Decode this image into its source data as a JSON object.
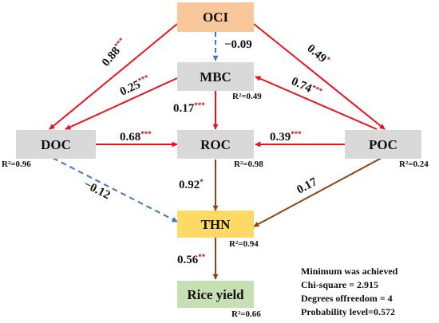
{
  "nodes": {
    "oci": {
      "label": "OCI",
      "color": "#f8c79a"
    },
    "mbc": {
      "label": "MBC",
      "color": "#d9d9d9",
      "r2": "R²=0.49"
    },
    "doc": {
      "label": "DOC",
      "color": "#d9d9d9",
      "r2": "R²=0.96"
    },
    "roc": {
      "label": "ROC",
      "color": "#d9d9d9",
      "r2": "R²=0.98"
    },
    "poc": {
      "label": "POC",
      "color": "#d9d9d9",
      "r2": "R²=0.24"
    },
    "thn": {
      "label": "THN",
      "color": "#ffd966",
      "r2": "R²=0.94"
    },
    "rice": {
      "label": "Rice yield",
      "color": "#c6e0b4",
      "r2": "R²=0.66"
    }
  },
  "paths": {
    "oci_mbc": {
      "coef": "−0.09",
      "sig": ""
    },
    "oci_doc": {
      "coef": "0.88",
      "sig": "***"
    },
    "oci_poc": {
      "coef": "0.49",
      "sig": "*"
    },
    "mbc_doc": {
      "coef": "0.25",
      "sig": "***"
    },
    "poc_mbc": {
      "coef": "0.74",
      "sig": "***"
    },
    "mbc_roc": {
      "coef": "0.17",
      "sig": "***"
    },
    "doc_roc": {
      "coef": "0.68",
      "sig": "***"
    },
    "poc_roc": {
      "coef": "0.39",
      "sig": "***"
    },
    "doc_thn": {
      "coef": "−0.12",
      "sig": ""
    },
    "roc_thn": {
      "coef": "0.92",
      "sig": "*"
    },
    "poc_thn": {
      "coef": "0.17",
      "sig": ""
    },
    "thn_rice": {
      "coef": "0.56",
      "sig": "**"
    }
  },
  "model_fit": {
    "line1": "Minimum was achieved",
    "line2": "Chi-square = 2.915",
    "line3": "Degrees offreedom = 4",
    "line4": "Probability level=0.572"
  },
  "colors": {
    "red_arrow": "#e8111c",
    "blue_dashed_arrow": "#4472c4",
    "brown_arrow": "#8b4513",
    "significance_star": "#c00000"
  }
}
